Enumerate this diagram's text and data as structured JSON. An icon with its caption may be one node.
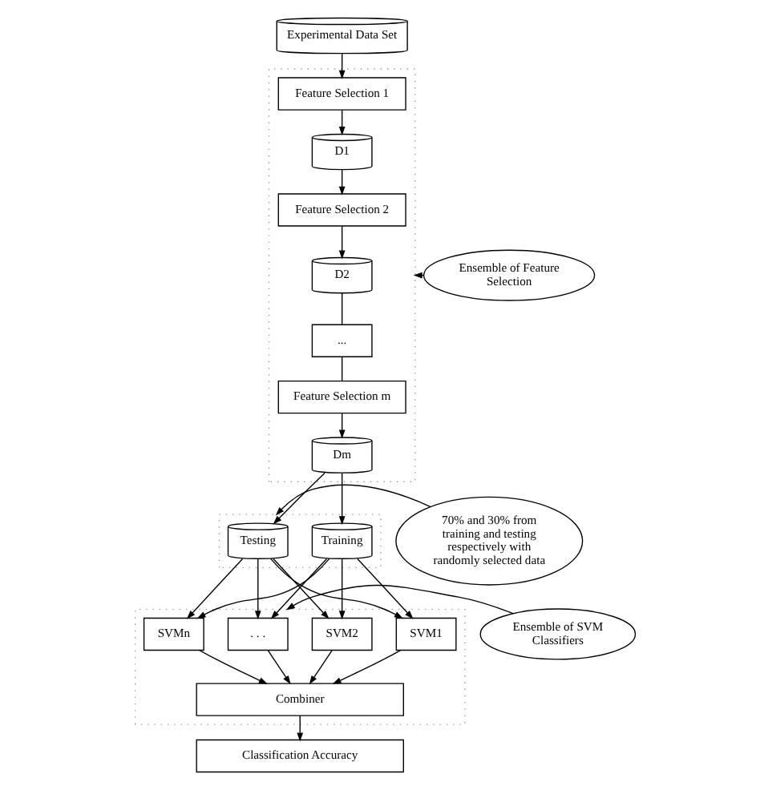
{
  "diagram": {
    "nodes": [
      {
        "text": [
          "Experimental Data Set"
        ]
      },
      {
        "text": [],
        "shape": "box"
      },
      {
        "text": [
          "Feature Selection 1"
        ],
        "in": 1
      },
      {
        "text": [
          "D1"
        ],
        "in": 1
      },
      {
        "text": [
          "Feature Selection 2"
        ],
        "in": 1
      },
      {
        "text": [
          "D2"
        ],
        "in": 1
      },
      {
        "text": [
          "..."
        ],
        "in": 1
      },
      {
        "text": [
          "Feature Selection m"
        ],
        "in": 1
      },
      {
        "text": [
          "Dm"
        ],
        "in": 1
      },
      {
        "text": [
          "Ensemble of Feature Selection"
        ]
      },
      {
        "text": [],
        "shape": "box"
      },
      {
        "text": [
          "Training"
        ],
        "in": 10
      },
      {
        "text": [
          "Testing"
        ],
        "in": 10
      },
      {
        "text": [
          "70% and 30% from training and testing respectively with randomly selected data"
        ]
      },
      {
        "text": [],
        "shape": "box"
      },
      {
        "text": [
          "SVM1"
        ],
        "in": 14
      },
      {
        "text": [
          "SVM2"
        ],
        "in": 14
      },
      {
        "text": [
          ". . ."
        ],
        "in": 14
      },
      {
        "text": [
          "SVMn"
        ],
        "in": 14
      },
      {
        "text": [
          "Combiner"
        ],
        "in": 14
      },
      {
        "text": [
          "Ensemble of SVM Classifiers"
        ]
      },
      {
        "text": [
          "Classification Accuracy"
        ]
      }
    ],
    "edges": [
      {
        "from": 0,
        "to": 2,
        "arrow": "to"
      },
      {
        "from": 2,
        "to": 3,
        "arrow": "to"
      },
      {
        "from": 3,
        "to": 4,
        "arrow": "to"
      },
      {
        "from": 4,
        "to": 5,
        "arrow": "to"
      },
      {
        "from": 5,
        "to": 6,
        "arrow": "none"
      },
      {
        "from": 6,
        "to": 7,
        "arrow": "none"
      },
      {
        "from": 7,
        "to": 8,
        "arrow": "to"
      },
      {
        "from": 9,
        "to": 1,
        "arrow": "to"
      },
      {
        "from": 8,
        "to": 11,
        "arrow": "to"
      },
      {
        "from": 8,
        "to": 12,
        "arrow": "to"
      },
      {
        "from": 13,
        "to": 10,
        "arrow": "to"
      },
      {
        "from": 11,
        "to": 15,
        "arrow": "to"
      },
      {
        "from": 11,
        "to": 16,
        "arrow": "to"
      },
      {
        "from": 11,
        "to": 17,
        "arrow": "to"
      },
      {
        "from": 11,
        "to": 18,
        "arrow": "to"
      },
      {
        "from": 12,
        "to": 15,
        "arrow": "to"
      },
      {
        "from": 12,
        "to": 16,
        "arrow": "to"
      },
      {
        "from": 12,
        "to": 17,
        "arrow": "to"
      },
      {
        "from": 12,
        "to": 18,
        "arrow": "to"
      },
      {
        "from": 15,
        "to": 19,
        "arrow": "to"
      },
      {
        "from": 16,
        "to": 19,
        "arrow": "to"
      },
      {
        "from": 17,
        "to": 19,
        "arrow": "to"
      },
      {
        "from": 18,
        "to": 19,
        "arrow": "to"
      },
      {
        "from": 20,
        "to": 14,
        "arrow": "to"
      },
      {
        "from": 19,
        "to": 21,
        "arrow": "to"
      }
    ]
  }
}
